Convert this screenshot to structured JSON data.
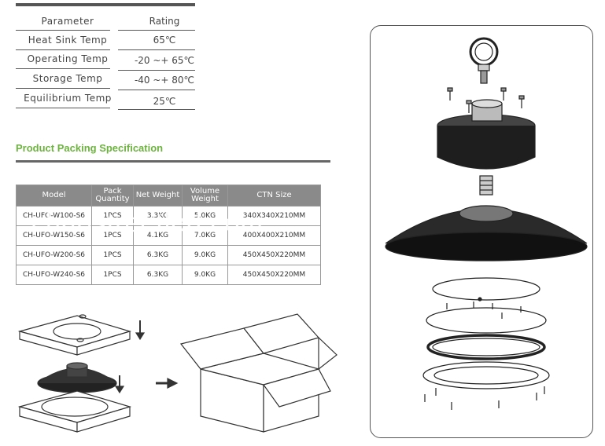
{
  "rating_table": {
    "headers": [
      "Parameter",
      "Rating"
    ],
    "rows": [
      [
        "Heat Sink Temp",
        "65℃"
      ],
      [
        "Operating Temp",
        "-20 ~+ 65℃"
      ],
      [
        "Storage Temp",
        "-40 ~+ 80℃"
      ],
      [
        "Equilibrium Temp",
        "25℃"
      ]
    ]
  },
  "section_title": "Product Packing Specification",
  "packing_table": {
    "headers": [
      "Model",
      "Pack Quantity",
      "Net Weight",
      "Volume Weight",
      "CTN Size"
    ],
    "rows": [
      [
        "CH-UFO-W100-S6",
        "1PCS",
        "3.3KG",
        "5.0KG",
        "340X340X210MM"
      ],
      [
        "CH-UFO-W150-S6",
        "1PCS",
        "4.1KG",
        "7.0KG",
        "400X400X210MM"
      ],
      [
        "CH-UFO-W200-S6",
        "1PCS",
        "6.3KG",
        "9.0KG",
        "450X450X220MM"
      ],
      [
        "CH-UFO-W240-S6",
        "1PCS",
        "6.3KG",
        "9.0KG",
        "450X450X220MM"
      ]
    ]
  },
  "watermark": "chaostreetled.com"
}
